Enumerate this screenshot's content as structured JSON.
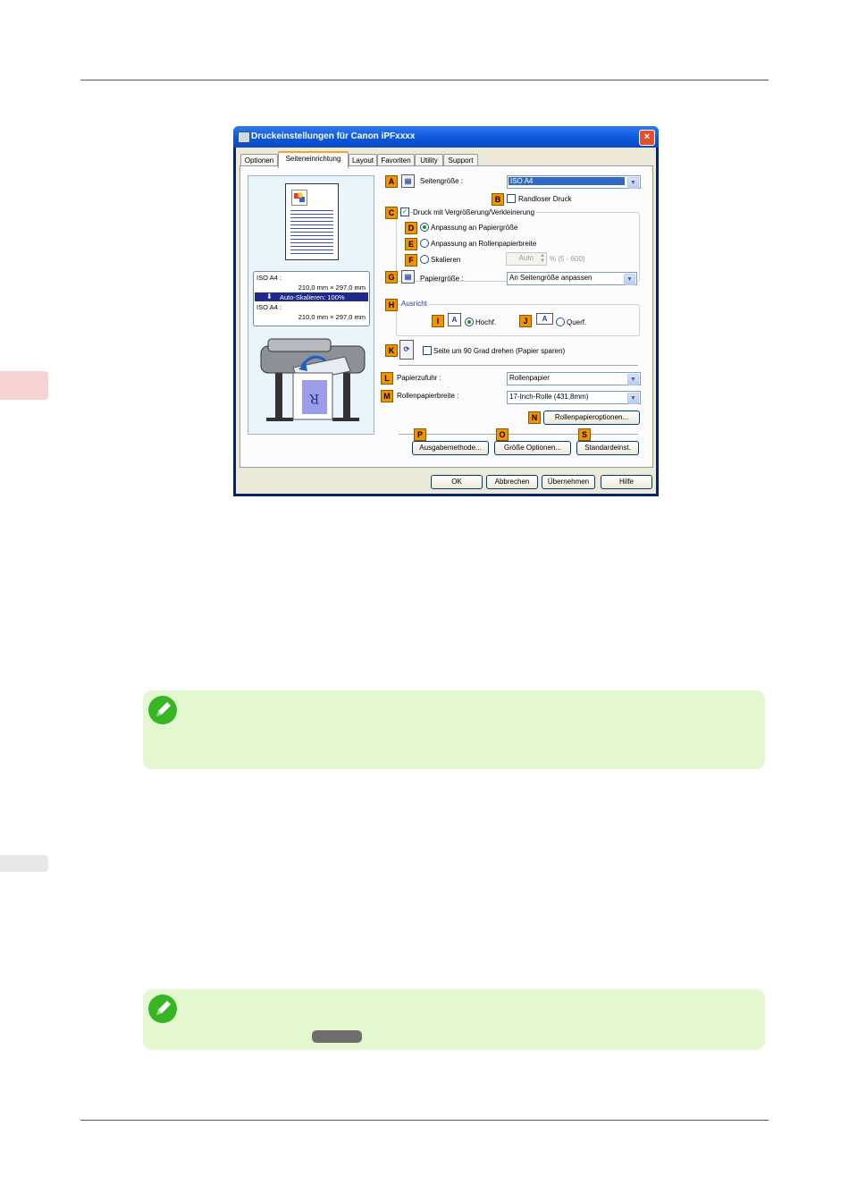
{
  "dialog": {
    "title": "Druckeinstellungen für Canon iPFxxxx",
    "close_glyph": "×",
    "tabs": [
      {
        "label": "Optionen"
      },
      {
        "label": "Seiteneinrichtung"
      },
      {
        "label": "Layout"
      },
      {
        "label": "Favoriten"
      },
      {
        "label": "Utility"
      },
      {
        "label": "Support"
      }
    ],
    "preview": {
      "line1": "ISO A4 :",
      "line2": "210,0 mm × 297,0 mm",
      "line3": "Auto-Skalieren: 100%",
      "line4": "ISO A4 :",
      "line5": "210,0 mm × 297,0 mm",
      "printer_paper_letter": "R"
    },
    "badges": {
      "A": "A",
      "B": "B",
      "C": "C",
      "D": "D",
      "E": "E",
      "F": "F",
      "G": "G",
      "H": "H",
      "I": "I",
      "J": "J",
      "K": "K",
      "L": "L",
      "M": "M",
      "N": "N",
      "O": "O",
      "P": "P",
      "S": "S"
    },
    "page_size": {
      "label": "Seitengröße :",
      "value": "ISO A4"
    },
    "borderless": {
      "label": "Randloser Druck"
    },
    "enlarge_reduce": {
      "label": "Druck mit Vergrößerung/Verkleinerung"
    },
    "fit_paper": {
      "label": "Anpassung an Papiergröße"
    },
    "fit_roll": {
      "label": "Anpassung an Rollenpapierbreite"
    },
    "scaling": {
      "label": "Skalieren",
      "value": "Auto",
      "range": "% (5 - 600)"
    },
    "paper_size": {
      "label": "Papiergröße :",
      "value": "An Seitengröße anpassen"
    },
    "orientation": {
      "group_label": "Ausricht",
      "portrait": "Hochf.",
      "landscape": "Querf.",
      "icon_letter": "A"
    },
    "rotate": {
      "label": "Seite um 90 Grad drehen (Papier sparen)"
    },
    "paper_source": {
      "label": "Papierzufuhr :",
      "value": "Rollenpapier"
    },
    "roll_width": {
      "label": "Rollenpapierbreite :",
      "value": "17-Inch-Rolle (431,8mm)"
    },
    "buttons": {
      "roll_options": "Rollenpapieroptionen...",
      "output_method": "Ausgabemethode...",
      "size_options": "Größe Optionen...",
      "defaults": "Standardeinst.",
      "ok": "OK",
      "cancel": "Abbrechen",
      "apply": "Übernehmen",
      "help": "Hilfe"
    }
  },
  "colors": {
    "badge": "#f39200",
    "note_bg": "#e4f8cf",
    "note_icon": "#37b523",
    "side_tab_active": "#f6d3d3",
    "side_tab_other": "#e8e8e8"
  }
}
